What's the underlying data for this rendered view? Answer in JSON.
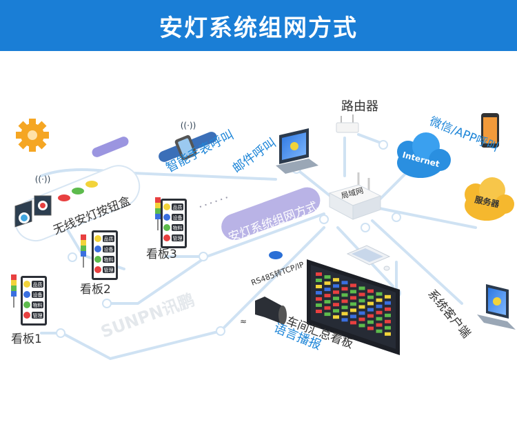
{
  "header": {
    "title": "安灯系统组网方式"
  },
  "labels": {
    "router": "路由器",
    "lan": "局域网",
    "internet": "Internet",
    "server": "服务器",
    "wechat_app_call": "微信/APP呼叫",
    "email_call": "邮件呼叫",
    "watch_call": "智能手表呼叫",
    "button_box": "无线安灯按钮盒",
    "network_banner": "安灯系统组网方式",
    "rs485": "RS485转TCP/IP",
    "board1": "看板1",
    "board2": "看板2",
    "board3": "看板3",
    "workshop_board": "车间汇总看板",
    "voice": "语言播报",
    "client": "系统客户端",
    "watermark": "SUNPN讯鹏"
  },
  "kanban_items": [
    "品质",
    "设备",
    "物料",
    "管理"
  ],
  "colors": {
    "header": "#1a7ed6",
    "line": "#cfe2f3",
    "call_text": "#1f86d8",
    "banner": "#b9b3e6",
    "cloud": "#2a8fe0",
    "server_cloud": "#f5b82e",
    "gear": "#f5a623"
  }
}
